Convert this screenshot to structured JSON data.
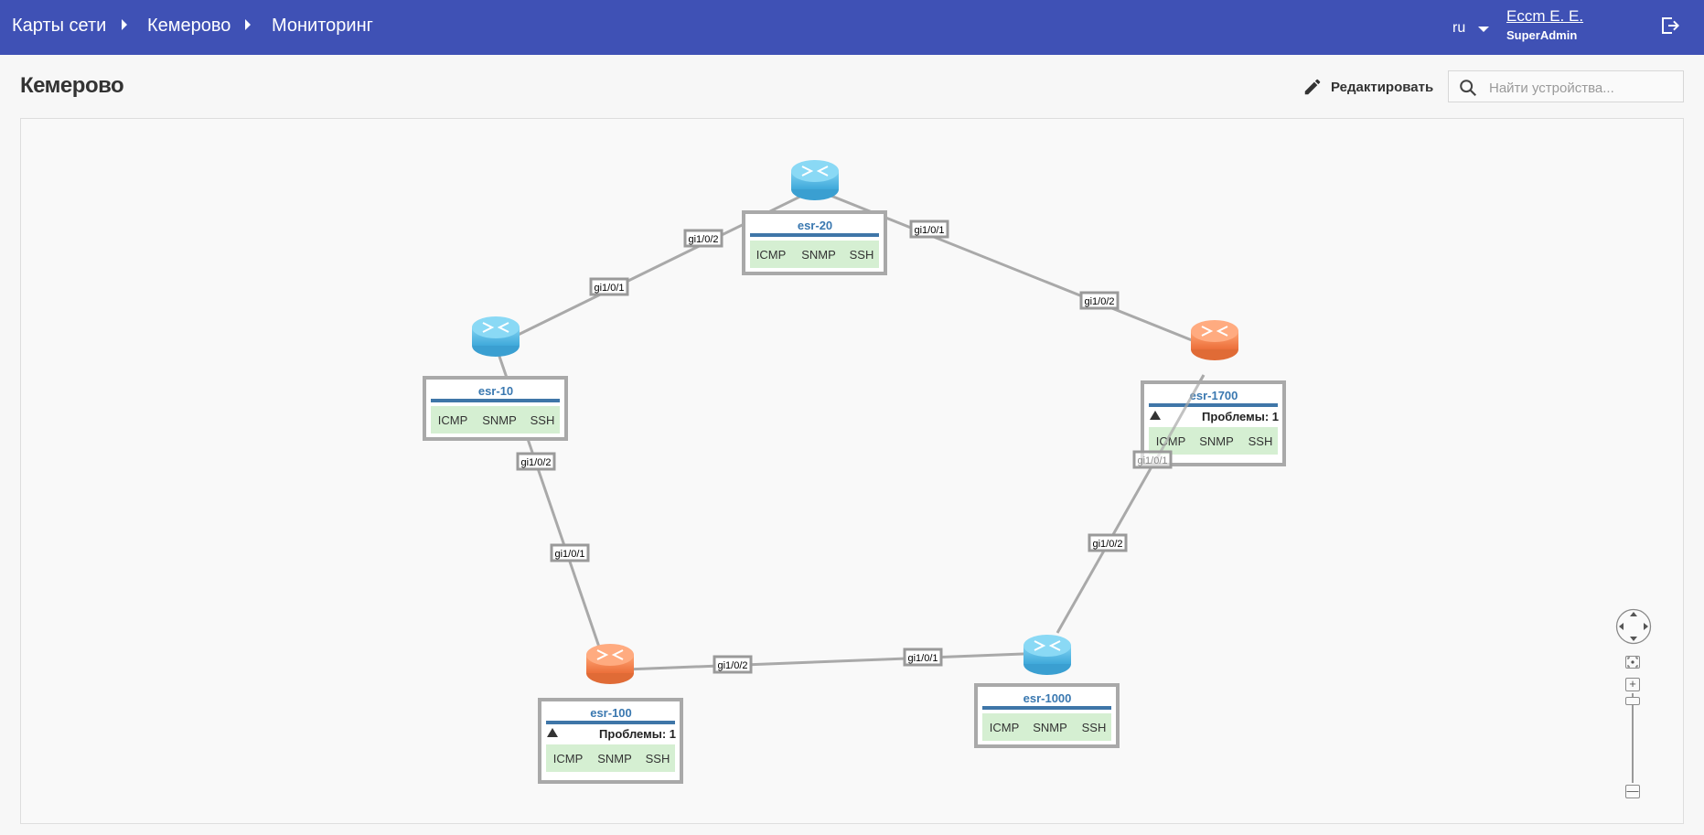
{
  "header": {
    "breadcrumbs": [
      "Карты сети",
      "Кемерово",
      "Мониторинг"
    ],
    "language": "ru",
    "user_name": "Еccm Е. Е.",
    "user_role": "SuperAdmin",
    "background_color": "#3f51b5"
  },
  "page": {
    "title": "Кемерово",
    "edit_label": "Редактировать",
    "search_placeholder": "Найти устройства..."
  },
  "icons": [
    "chevron-right-icon",
    "chevron-down-icon",
    "logout-icon",
    "pencil-icon",
    "search-icon",
    "router-icon",
    "warning-icon",
    "pan-icon",
    "fit-icon",
    "zoom-in-icon",
    "zoom-out-icon"
  ],
  "status_colors": {
    "ok_router": "#5bc0e8",
    "problem_router": "#f58a4f",
    "service_ok_bg": "#d5efd2",
    "link": "#a9a9a9",
    "node_header_bar": "#3f76a8"
  },
  "devices": [
    {
      "name": "esr-20",
      "services": [
        "ICMP",
        "SNMP",
        "SSH"
      ],
      "status": "ok"
    },
    {
      "name": "esr-10",
      "services": [
        "ICMP",
        "SNMP",
        "SSH"
      ],
      "status": "ok"
    },
    {
      "name": "esr-1700",
      "problems": "Проблемы: 1",
      "services": [
        "ICMP",
        "SNMP",
        "SSH"
      ],
      "status": "problem"
    },
    {
      "name": "esr-100",
      "problems": "Проблемы: 1",
      "services": [
        "ICMP",
        "SNMP",
        "SSH"
      ],
      "status": "problem"
    },
    {
      "name": "esr-1000",
      "services": [
        "ICMP",
        "SNMP",
        "SSH"
      ],
      "status": "ok"
    }
  ],
  "links": [
    {
      "from": "esr-10",
      "from_if": "gi1/0/1",
      "to": "esr-20",
      "to_if": "gi1/0/2"
    },
    {
      "from": "esr-20",
      "from_if": "gi1/0/1",
      "to": "esr-1700",
      "to_if": "gi1/0/2"
    },
    {
      "from": "esr-10",
      "from_if": "gi1/0/2",
      "to": "esr-100",
      "to_if": "gi1/0/1"
    },
    {
      "from": "esr-100",
      "from_if": "gi1/0/2",
      "to": "esr-1000",
      "to_if": "gi1/0/1"
    },
    {
      "from": "esr-1000",
      "from_if": "gi1/0/2",
      "to": "esr-1700",
      "to_if": "gi1/0/1"
    }
  ],
  "zoom_controls": {
    "plus": "+",
    "minus": "—"
  }
}
